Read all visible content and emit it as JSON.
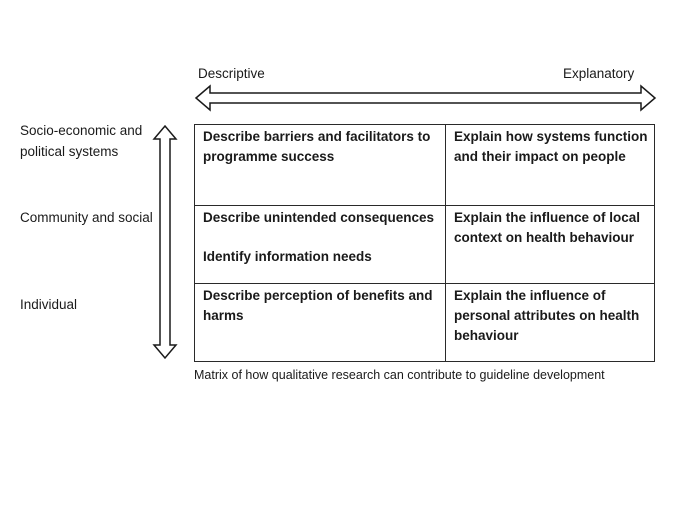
{
  "axis": {
    "left_label": "Descriptive",
    "right_label": "Explanatory"
  },
  "rows": [
    {
      "label": "Socio-economic and political systems"
    },
    {
      "label": "Community and social"
    },
    {
      "label": "Individual"
    }
  ],
  "cells": [
    [
      {
        "lines": [
          "Describe barriers and facilitators to programme success"
        ]
      },
      {
        "lines": [
          "Explain how systems function and their impact on people"
        ]
      }
    ],
    [
      {
        "lines": [
          "Describe unintended consequences",
          "Identify information needs"
        ]
      },
      {
        "lines": [
          "Explain the influence of local context on health behaviour"
        ]
      }
    ],
    [
      {
        "lines": [
          "Describe perception of benefits and harms"
        ]
      },
      {
        "lines": [
          "Explain the influence of personal attributes on health behaviour"
        ]
      }
    ]
  ],
  "caption": "Matrix of how qualitative research can contribute to guideline development"
}
